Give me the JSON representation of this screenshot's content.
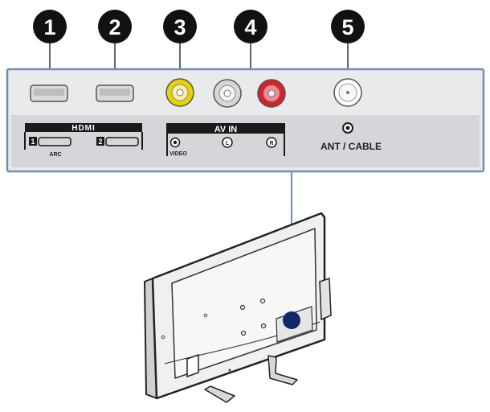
{
  "callouts": [
    "1",
    "2",
    "3",
    "4",
    "5"
  ],
  "panel": {
    "hdmi": {
      "title": "HDMI",
      "port1_number": "1",
      "port1_sublabel": "ARC",
      "port2_number": "2"
    },
    "av_in": {
      "title": "AV IN",
      "video_label": "VIDEO",
      "left_label": "L",
      "right_label": "R"
    },
    "ant_cable_label": "ANT / CABLE"
  },
  "colors": {
    "callout_fill": "#111111",
    "panel_border": "#6b8fba",
    "panel_fill": "#e9eaec",
    "label_bar": "#d5d6d9",
    "video_jack": "#e8d200",
    "red_jack": "#d8212b",
    "white_jack": "#d7d7d7",
    "tv_body": "#f0f0f0",
    "marker": "#0f2a6b"
  }
}
